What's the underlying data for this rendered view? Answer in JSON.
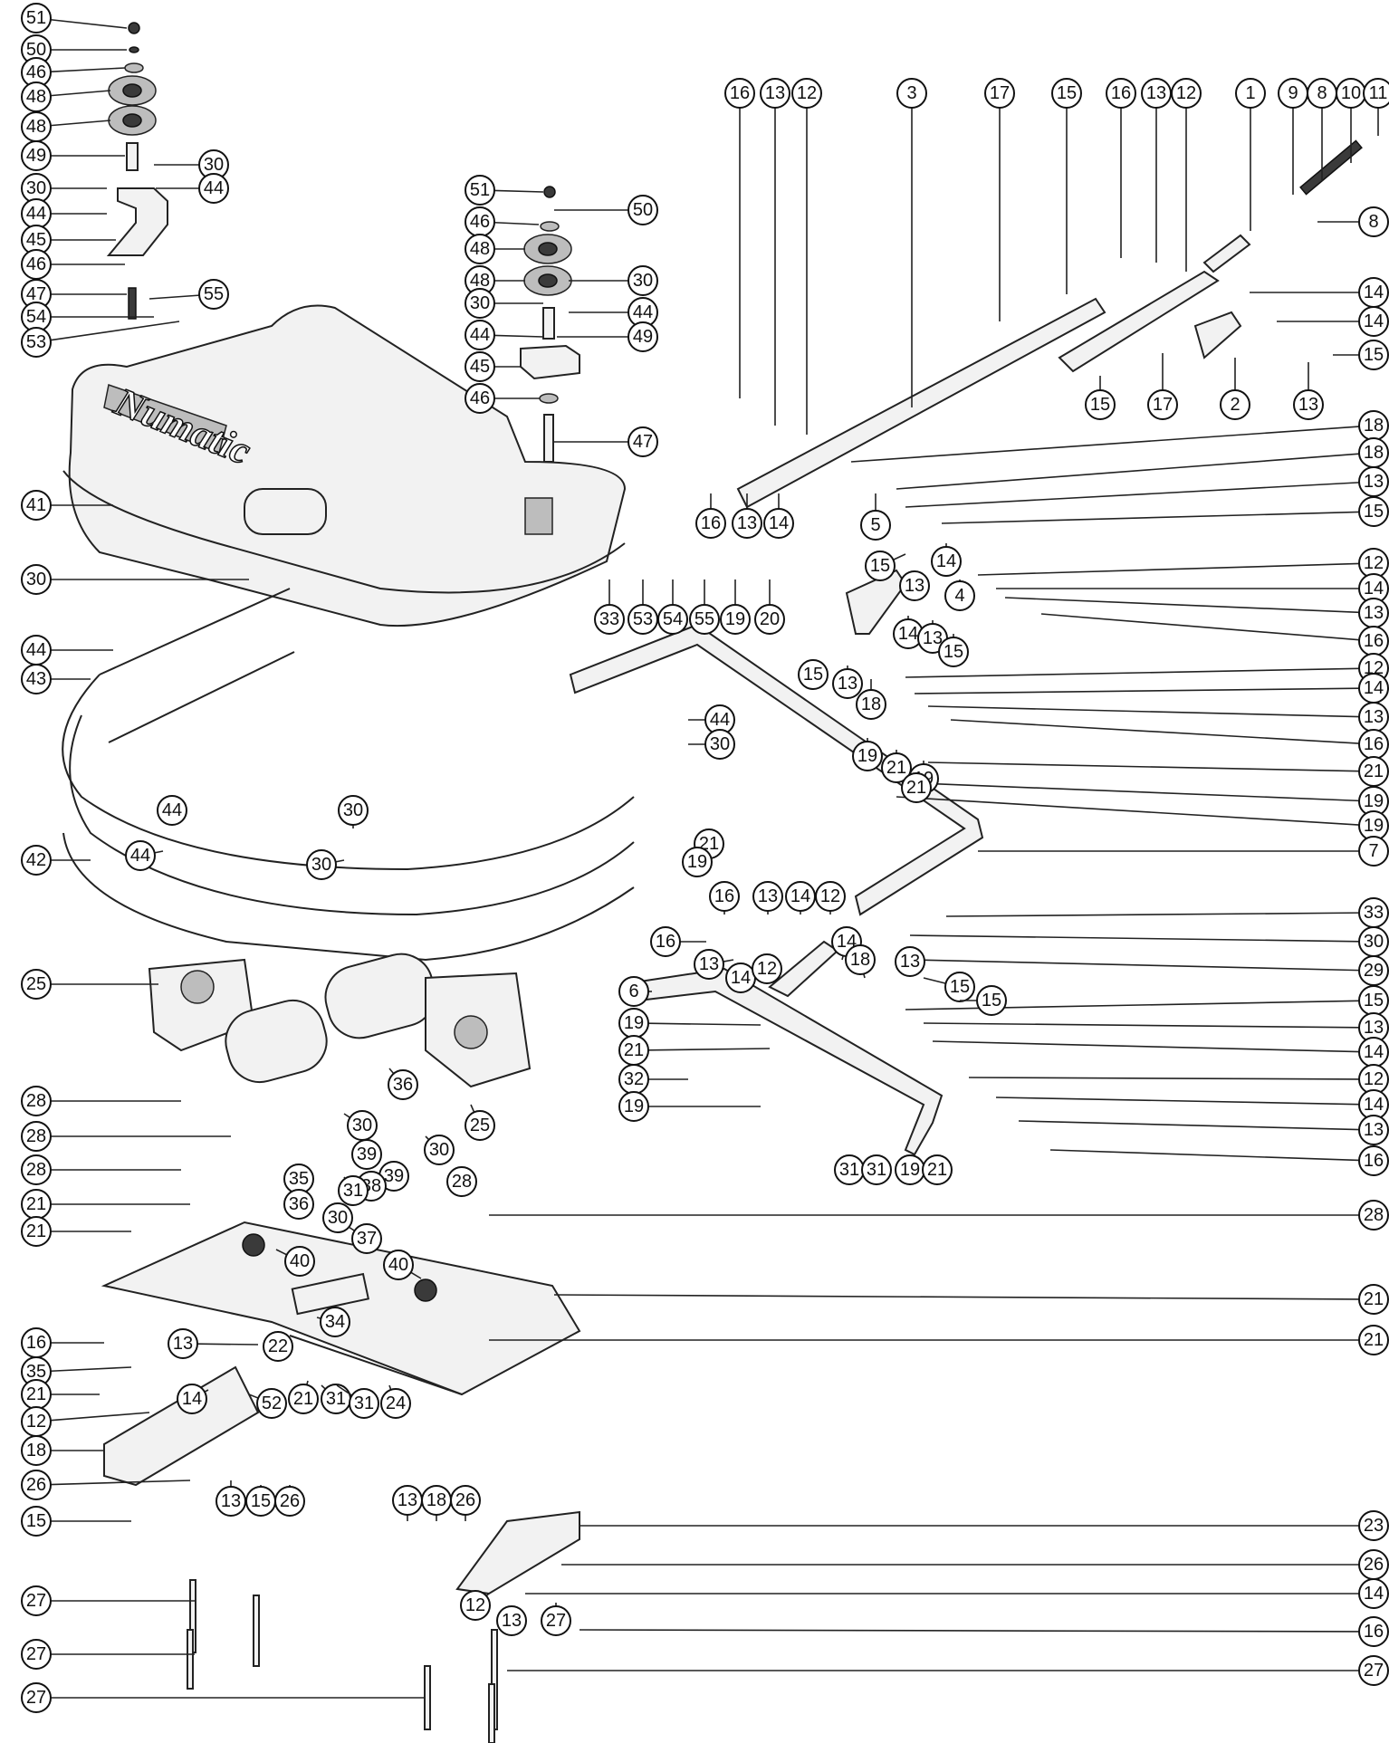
{
  "brand_logo": "Numatic",
  "callouts": [
    {
      "label": "51"
    },
    {
      "label": "50"
    },
    {
      "label": "46"
    },
    {
      "label": "48"
    },
    {
      "label": "48"
    },
    {
      "label": "49"
    },
    {
      "label": "30"
    },
    {
      "label": "30"
    },
    {
      "label": "44"
    },
    {
      "label": "44"
    },
    {
      "label": "45"
    },
    {
      "label": "46"
    },
    {
      "label": "47"
    },
    {
      "label": "55"
    },
    {
      "label": "54"
    },
    {
      "label": "53"
    },
    {
      "label": "51"
    },
    {
      "label": "50"
    },
    {
      "label": "46"
    },
    {
      "label": "48"
    },
    {
      "label": "48"
    },
    {
      "label": "30"
    },
    {
      "label": "30"
    },
    {
      "label": "44"
    },
    {
      "label": "44"
    },
    {
      "label": "45"
    },
    {
      "label": "49"
    },
    {
      "label": "46"
    },
    {
      "label": "47"
    },
    {
      "label": "16"
    },
    {
      "label": "13"
    },
    {
      "label": "12"
    },
    {
      "label": "3"
    },
    {
      "label": "17"
    },
    {
      "label": "15"
    },
    {
      "label": "16"
    },
    {
      "label": "13"
    },
    {
      "label": "12"
    },
    {
      "label": "1"
    },
    {
      "label": "9"
    },
    {
      "label": "8"
    },
    {
      "label": "10"
    },
    {
      "label": "11"
    },
    {
      "label": "8"
    },
    {
      "label": "14"
    },
    {
      "label": "14"
    },
    {
      "label": "15"
    },
    {
      "label": "15"
    },
    {
      "label": "17"
    },
    {
      "label": "2"
    },
    {
      "label": "13"
    },
    {
      "label": "18"
    },
    {
      "label": "18"
    },
    {
      "label": "13"
    },
    {
      "label": "15"
    },
    {
      "label": "12"
    },
    {
      "label": "14"
    },
    {
      "label": "13"
    },
    {
      "label": "16"
    },
    {
      "label": "12"
    },
    {
      "label": "14"
    },
    {
      "label": "13"
    },
    {
      "label": "16"
    },
    {
      "label": "21"
    },
    {
      "label": "19"
    },
    {
      "label": "19"
    },
    {
      "label": "7"
    },
    {
      "label": "33"
    },
    {
      "label": "30"
    },
    {
      "label": "29"
    },
    {
      "label": "15"
    },
    {
      "label": "13"
    },
    {
      "label": "14"
    },
    {
      "label": "12"
    },
    {
      "label": "14"
    },
    {
      "label": "13"
    },
    {
      "label": "16"
    },
    {
      "label": "28"
    },
    {
      "label": "21"
    },
    {
      "label": "21"
    },
    {
      "label": "23"
    },
    {
      "label": "26"
    },
    {
      "label": "14"
    },
    {
      "label": "16"
    },
    {
      "label": "27"
    },
    {
      "label": "16"
    },
    {
      "label": "13"
    },
    {
      "label": "14"
    },
    {
      "label": "5"
    },
    {
      "label": "15"
    },
    {
      "label": "13"
    },
    {
      "label": "14"
    },
    {
      "label": "4"
    },
    {
      "label": "14"
    },
    {
      "label": "13"
    },
    {
      "label": "15"
    },
    {
      "label": "33"
    },
    {
      "label": "53"
    },
    {
      "label": "54"
    },
    {
      "label": "55"
    },
    {
      "label": "19"
    },
    {
      "label": "20"
    },
    {
      "label": "15"
    },
    {
      "label": "13"
    },
    {
      "label": "18"
    },
    {
      "label": "19"
    },
    {
      "label": "21"
    },
    {
      "label": "19"
    },
    {
      "label": "21"
    },
    {
      "label": "44"
    },
    {
      "label": "30"
    },
    {
      "label": "21"
    },
    {
      "label": "19"
    },
    {
      "label": "41"
    },
    {
      "label": "30"
    },
    {
      "label": "44"
    },
    {
      "label": "43"
    },
    {
      "label": "44"
    },
    {
      "label": "30"
    },
    {
      "label": "44"
    },
    {
      "label": "30"
    },
    {
      "label": "42"
    },
    {
      "label": "16"
    },
    {
      "label": "13"
    },
    {
      "label": "14"
    },
    {
      "label": "12"
    },
    {
      "label": "16"
    },
    {
      "label": "13"
    },
    {
      "label": "14"
    },
    {
      "label": "12"
    },
    {
      "label": "14"
    },
    {
      "label": "18"
    },
    {
      "label": "13"
    },
    {
      "label": "15"
    },
    {
      "label": "15"
    },
    {
      "label": "6"
    },
    {
      "label": "19"
    },
    {
      "label": "21"
    },
    {
      "label": "32"
    },
    {
      "label": "19"
    },
    {
      "label": "31"
    },
    {
      "label": "31"
    },
    {
      "label": "19"
    },
    {
      "label": "21"
    },
    {
      "label": "25"
    },
    {
      "label": "36"
    },
    {
      "label": "30"
    },
    {
      "label": "39"
    },
    {
      "label": "30"
    },
    {
      "label": "39"
    },
    {
      "label": "38"
    },
    {
      "label": "35"
    },
    {
      "label": "36"
    },
    {
      "label": "31"
    },
    {
      "label": "30"
    },
    {
      "label": "37"
    },
    {
      "label": "28"
    },
    {
      "label": "25"
    },
    {
      "label": "28"
    },
    {
      "label": "28"
    },
    {
      "label": "28"
    },
    {
      "label": "21"
    },
    {
      "label": "21"
    },
    {
      "label": "40"
    },
    {
      "label": "34"
    },
    {
      "label": "40"
    },
    {
      "label": "22"
    },
    {
      "label": "16"
    },
    {
      "label": "35"
    },
    {
      "label": "13"
    },
    {
      "label": "21"
    },
    {
      "label": "14"
    },
    {
      "label": "12"
    },
    {
      "label": "52"
    },
    {
      "label": "21"
    },
    {
      "label": "31"
    },
    {
      "label": "31"
    },
    {
      "label": "24"
    },
    {
      "label": "18"
    },
    {
      "label": "13"
    },
    {
      "label": "15"
    },
    {
      "label": "26"
    },
    {
      "label": "26"
    },
    {
      "label": "15"
    },
    {
      "label": "13"
    },
    {
      "label": "18"
    },
    {
      "label": "26"
    },
    {
      "label": "12"
    },
    {
      "label": "13"
    },
    {
      "label": "27"
    },
    {
      "label": "27"
    },
    {
      "label": "27"
    },
    {
      "label": "27"
    }
  ]
}
